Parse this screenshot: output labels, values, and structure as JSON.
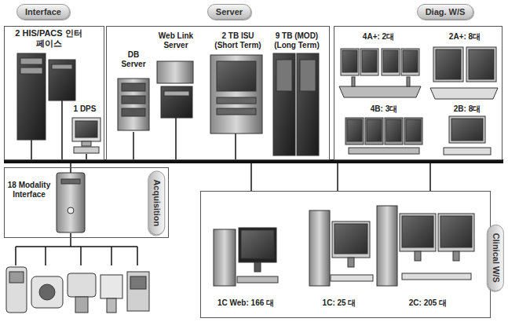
{
  "diagram": {
    "nodes": [
      {
        "text": [
          "Interface",
          "2 HIS/PACS 인터페이스",
          "1 DPS"
        ]
      },
      {
        "text": [
          "Server",
          "DB Server",
          "Web Link Server",
          "2 TB ISU (Short Term)",
          "9 TB (MOD) (Long Term)"
        ]
      },
      {
        "text": [
          "Diag. W/S",
          "4A+: 2대",
          "2A+: 8대",
          "4B: 3대",
          "2B: 8대"
        ]
      },
      {
        "text": [
          "18 Modality Interface",
          "Acquisition"
        ]
      },
      {
        "text": [
          "Clinical W/S",
          "1C Web: 166 대",
          "1C: 25 대",
          "2C: 205 대"
        ]
      }
    ]
  }
}
